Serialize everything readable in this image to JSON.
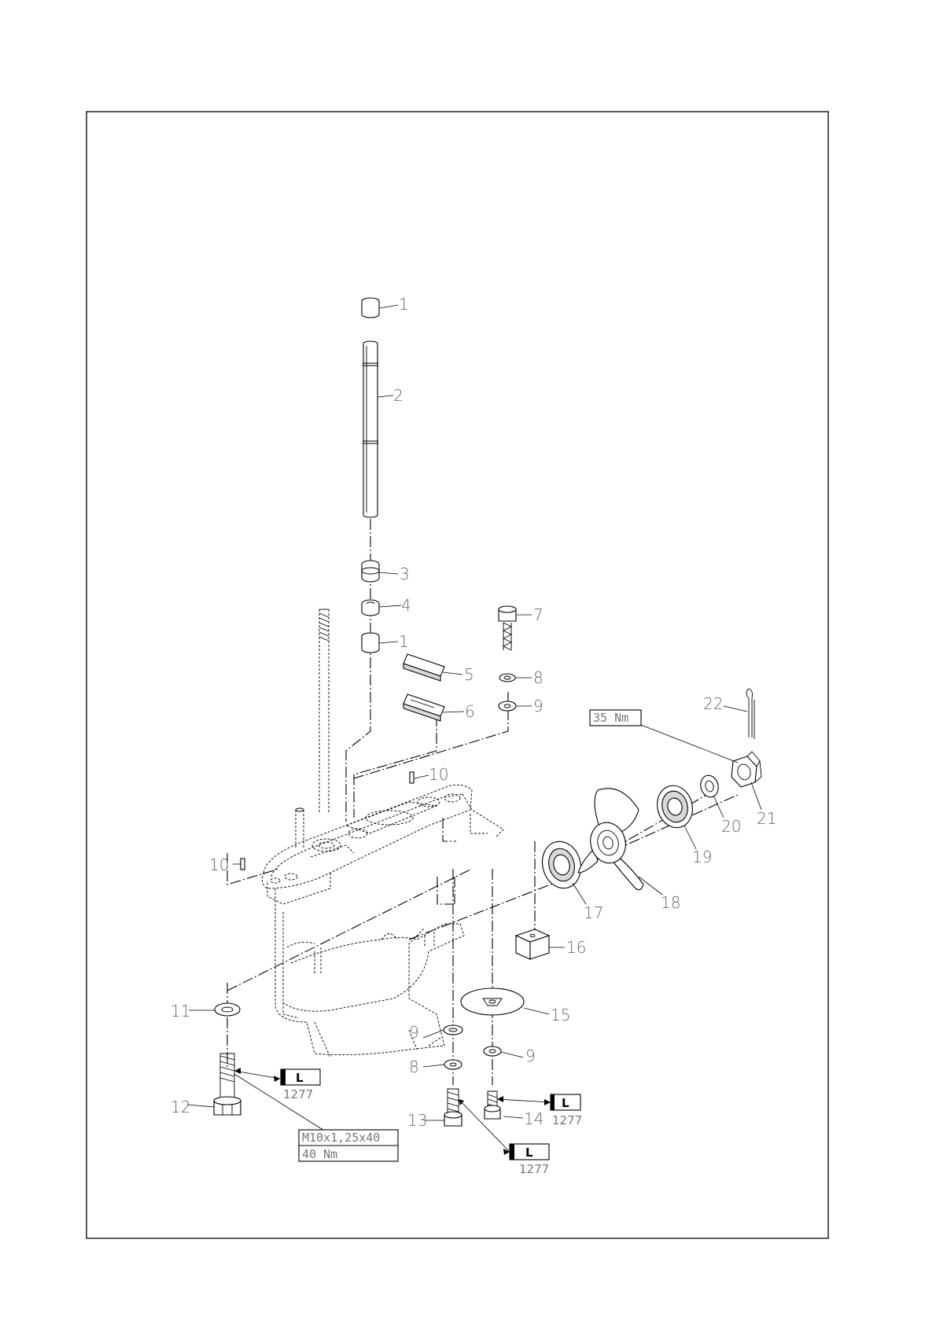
{
  "callouts": {
    "c1a": "1",
    "c2": "2",
    "c3": "3",
    "c4": "4",
    "c1b": "1",
    "c5": "5",
    "c6": "6",
    "c7": "7",
    "c8a": "8",
    "c9a": "9",
    "c10a": "10",
    "c10b": "10",
    "c11": "11",
    "c12": "12",
    "c13": "13",
    "c14": "14",
    "c15": "15",
    "c16": "16",
    "c17": "17",
    "c18": "18",
    "c19": "19",
    "c20": "20",
    "c21": "21",
    "c22": "22",
    "c9b": "9",
    "c8b": "8",
    "c9c": "9"
  },
  "torque": {
    "nut": "35 Nm",
    "bolt_spec": "M10x1,25x40",
    "bolt_torque": "40 Nm"
  },
  "loctite": {
    "letter": "L",
    "code": "1277"
  }
}
